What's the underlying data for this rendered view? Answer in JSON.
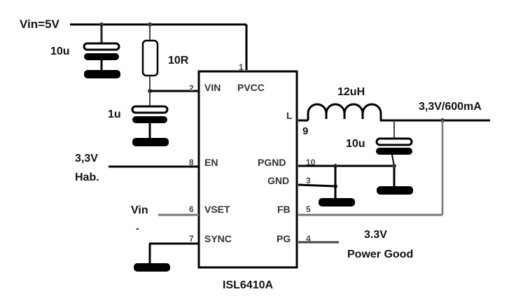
{
  "title": "ISL6410A buck regulator schematic",
  "chip": {
    "name": "ISL6410A",
    "pins": {
      "vin": {
        "num": "2",
        "label": "VIN"
      },
      "pvcc": {
        "num": "1",
        "label": "PVCC"
      },
      "l": {
        "num": "9",
        "label": "L"
      },
      "en": {
        "num": "8",
        "label": "EN"
      },
      "pgnd": {
        "num": "10",
        "label": "PGND"
      },
      "gnd": {
        "num": "3",
        "label": "GND"
      },
      "vset": {
        "num": "6",
        "label": "VSET"
      },
      "fb": {
        "num": "5",
        "label": "FB"
      },
      "sync": {
        "num": "7",
        "label": "SYNC"
      },
      "pg": {
        "num": "4",
        "label": "PG"
      }
    }
  },
  "labels": {
    "vin_supply": "Vin=5V",
    "c_in": "10u",
    "r_filter": "10R",
    "c_vin": "1u",
    "inductor": "12uH",
    "output": "3,3V/600mA",
    "c_out": "10u",
    "en_line1": "3,3V",
    "en_line2": "Hab.",
    "vset_in": "Vin",
    "vset_dash": "-",
    "pg_line1": "3.3V",
    "pg_line2": "Power Good"
  }
}
